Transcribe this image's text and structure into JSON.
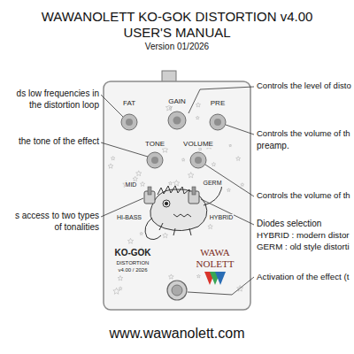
{
  "diagram": {
    "title": "WAWANOLETT KO-GOK DISTORTION v4.00",
    "caption": "www.wawanolett.com",
    "labels": [
      "USER'S MANUAL",
      "Version 01/2026",
      "Controls the level of disto",
      "ds low frequencies in",
      "the distortion loop",
      "FAT",
      "GAIN",
      "PRE",
      "Controls the volume of th",
      "preamp.",
      "the tone of the effect",
      "TONE",
      "VOLUME",
      "Controls the volume of th",
      "MID",
      "GERM",
      "s access to two types",
      "of tonalities",
      "HI-BASS",
      "HYBRID",
      "Diodes selection",
      "HYBRID : modern distor",
      "GERM : old style distorti",
      "KO-GOK",
      "DISTORTION",
      "v4.00 / 2026",
      "WAWA",
      "NOLETT",
      "Activation of the effect (t"
    ]
  }
}
